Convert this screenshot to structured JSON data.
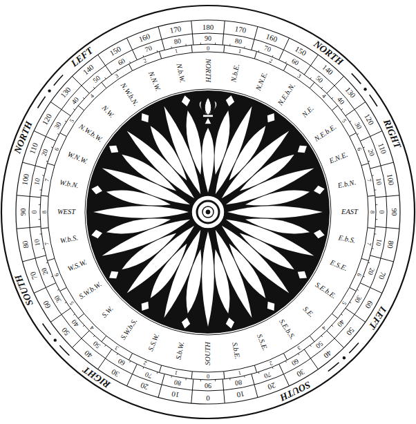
{
  "diagram": {
    "labels": [
      "NORTH",
      "LEFT",
      "NORTH",
      "RIGHT",
      "SOUTH",
      "LEFT",
      "SOUTH",
      "RIGHT",
      "NORTH",
      "N.b.E.",
      "N.N.E.",
      "N.E.b.N.",
      "N.E.",
      "N.E.b.E.",
      "E.N.E.",
      "E.b.N.",
      "EAST",
      "E.b.S.",
      "E.S.E.",
      "S.E.b.E.",
      "S.E.",
      "S.E.b.S.",
      "S.S.E.",
      "S.b.E.",
      "SOUTH",
      "S.b.W.",
      "S.S.W.",
      "S.W.b.S.",
      "S.W.",
      "S.W.b.W.",
      "W.S.W.",
      "W.b.S.",
      "WEST",
      "W.b.N.",
      "W.N.W.",
      "N.W.b.W.",
      "N.W.",
      "N.W.b.N.",
      "N.N.W.",
      "N.b.W.",
      "0",
      "1",
      "2",
      "3",
      "4",
      "5",
      "6",
      "7",
      "8",
      "7",
      "6",
      "5",
      "4",
      "3",
      "2",
      "1",
      "0",
      "1",
      "2",
      "3",
      "4",
      "5",
      "6",
      "7",
      "8",
      "7",
      "6",
      "5",
      "4",
      "3",
      "2",
      "1",
      "90",
      "80",
      "70",
      "60",
      "50",
      "40",
      "30",
      "20",
      "10",
      "0",
      "10",
      "20",
      "30",
      "40",
      "50",
      "60",
      "70",
      "80",
      "90",
      "80",
      "70",
      "60",
      "50",
      "40",
      "30",
      "20",
      "10",
      "0",
      "10",
      "20",
      "30",
      "40",
      "50",
      "60",
      "70",
      "80",
      "180",
      "170",
      "160",
      "150",
      "140",
      "130",
      "120",
      "110",
      "100",
      "90",
      "80",
      "70",
      "60",
      "50",
      "40",
      "30",
      "20",
      "10",
      "0",
      "10",
      "20",
      "30",
      "40",
      "50",
      "60",
      "70",
      "80",
      "90",
      "100",
      "110",
      "120",
      "130",
      "140",
      "150",
      "160",
      "170"
    ]
  }
}
